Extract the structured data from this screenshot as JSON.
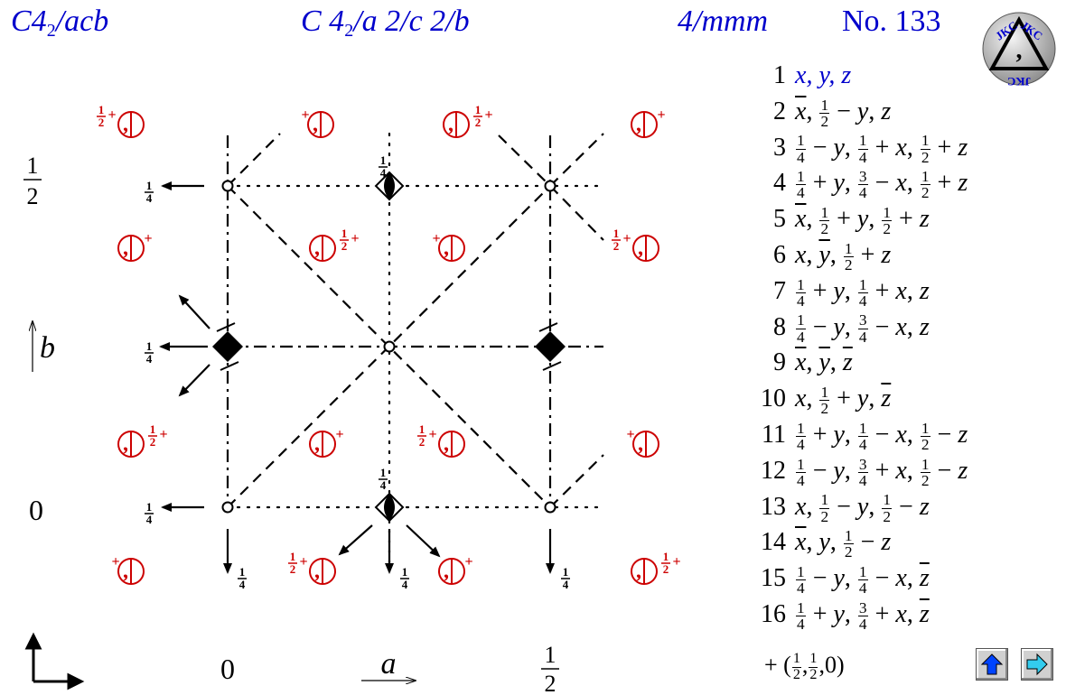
{
  "header": {
    "short_symbol": {
      "main": "C4",
      "sub": "2",
      "rest": "/acb"
    },
    "full_symbol": {
      "main": "C 4",
      "sub": "2",
      "rest": "/a 2/c 2/b"
    },
    "point_group": "4/mmm",
    "number": "No. 133"
  },
  "logo": {
    "text": "JKC"
  },
  "axis_labels": {
    "left_half": {
      "num": "1",
      "den": "2"
    },
    "left_zero": "0",
    "b": "b",
    "bottom_zero": "0",
    "a": "a",
    "bottom_half": {
      "num": "1",
      "den": "2"
    }
  },
  "quarter": {
    "num": "1",
    "den": "4"
  },
  "half": {
    "num": "1",
    "den": "2"
  },
  "plus_sign": "+",
  "comma": ",",
  "operations": [
    {
      "n": "1",
      "expr": "x, y, z"
    },
    {
      "n": "2",
      "expr": "x̄, ½ − y, z"
    },
    {
      "n": "3",
      "expr": "¼ − y, ¼ + x, ½ + z"
    },
    {
      "n": "4",
      "expr": "¼ + y, ¾ − x, ½ + z"
    },
    {
      "n": "5",
      "expr": "x̄, ½ + y, ½ + z"
    },
    {
      "n": "6",
      "expr": "x, ȳ, ½ + z"
    },
    {
      "n": "7",
      "expr": "¼ + y, ¼ + x, z"
    },
    {
      "n": "8",
      "expr": "¼ − y, ¾ − x, z"
    },
    {
      "n": "9",
      "expr": "x̄, ȳ, z̄"
    },
    {
      "n": "10",
      "expr": "x, ½ + y, z̄"
    },
    {
      "n": "11",
      "expr": "¼ + y, ¼ − x, ½ − z"
    },
    {
      "n": "12",
      "expr": "¼ − y, ¾ + x, ½ − z"
    },
    {
      "n": "13",
      "expr": "x, ½ − y, ½ − z"
    },
    {
      "n": "14",
      "expr": "x̄, y, ½ − z"
    },
    {
      "n": "15",
      "expr": "¼ − y, ¼ − x, z̄"
    },
    {
      "n": "16",
      "expr": "¼ + y, ¾ + x, z̄"
    }
  ],
  "centering": "+ (½,½,0)",
  "nav": {
    "up": "arrow-up-icon",
    "next": "arrow-right-icon"
  },
  "colors": {
    "title_blue": "#0000cc",
    "position_red": "#cc0000",
    "up_arrow": "#0044ff",
    "next_arrow": "#33ccee"
  }
}
